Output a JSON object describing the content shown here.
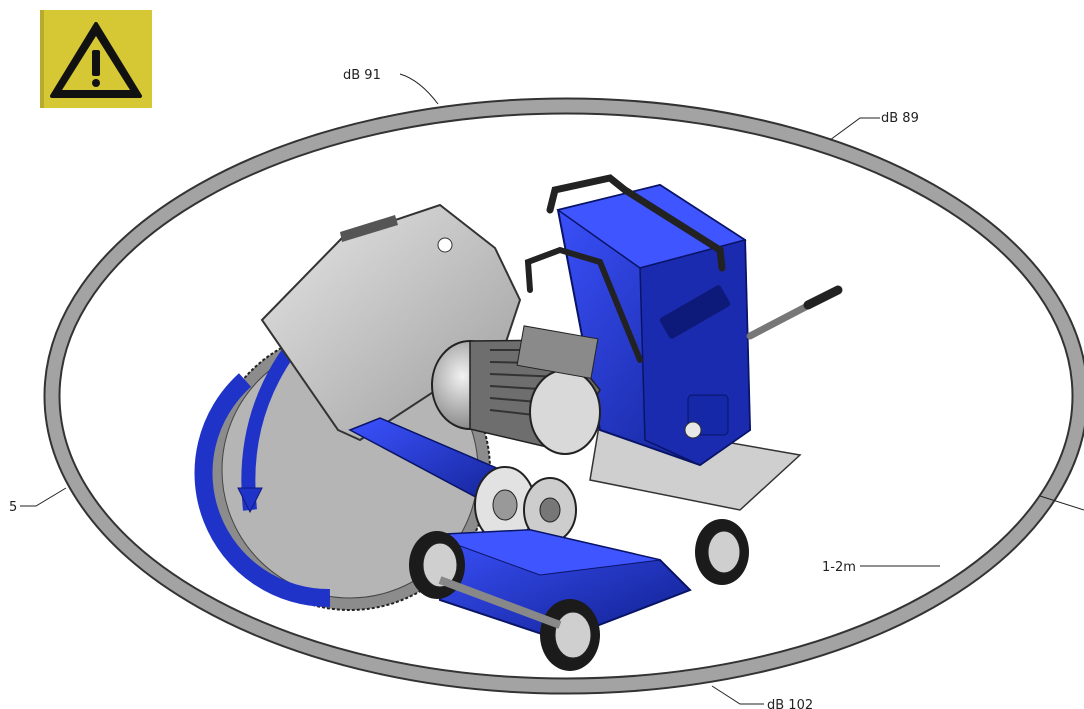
{
  "warning_sign": {
    "icon": "warning-triangle-icon",
    "bg_color": "#d6c734"
  },
  "diagram": {
    "labels": {
      "db_left_top": "dB 91",
      "db_right_top": "dB 89",
      "db_bottom": "dB 102",
      "left_edge": "5",
      "distance": "1-2m"
    },
    "colors": {
      "machine_blue": "#1f33c8",
      "machine_blue_dark": "#0d1a7a",
      "guard_grey": "#bdbdbd",
      "ring_grey": "#9a9a9a"
    }
  }
}
